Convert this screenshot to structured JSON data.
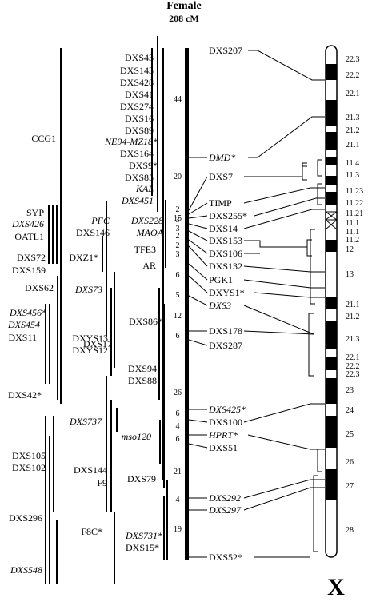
{
  "header": {
    "sex": "Female",
    "length": "208 cM"
  },
  "chromosome_label": "X",
  "colors": {
    "ink": "#000000",
    "paper": "#ffffff"
  },
  "framework": {
    "loci": [
      {
        "name": "DXS207",
        "italic": false
      },
      {
        "name": "DMD*",
        "italic": true
      },
      {
        "name": "DXS7",
        "italic": false
      },
      {
        "name": "TIMP",
        "italic": false
      },
      {
        "name": "DXS255*",
        "italic": false
      },
      {
        "name": "DXS14",
        "italic": false
      },
      {
        "name": "DXS153",
        "italic": false
      },
      {
        "name": "DXS106",
        "italic": false
      },
      {
        "name": "DXS132",
        "italic": false
      },
      {
        "name": "PGK1",
        "italic": false
      },
      {
        "name": "DXYS1*",
        "italic": false
      },
      {
        "name": "DXS3",
        "italic": true
      },
      {
        "name": "DXS178",
        "italic": false
      },
      {
        "name": "DXS287",
        "italic": false
      },
      {
        "name": "DXS425*",
        "italic": true
      },
      {
        "name": "DXS100",
        "italic": false
      },
      {
        "name": "HPRT*",
        "italic": true
      },
      {
        "name": "DXS51",
        "italic": false
      },
      {
        "name": "DXS292",
        "italic": true
      },
      {
        "name": "DXS297",
        "italic": true
      },
      {
        "name": "DXS52*",
        "italic": false
      }
    ],
    "distances": [
      "44",
      "20",
      "15",
      "2",
      "3",
      "3",
      "2",
      "2",
      "3",
      "6",
      "5",
      "12",
      "6",
      "26",
      "6",
      "4",
      "6",
      "21",
      "4",
      "19"
    ]
  },
  "placed_markers": [
    {
      "name": "DXS43",
      "italic": false
    },
    {
      "name": "DXS143",
      "italic": false
    },
    {
      "name": "DXS428",
      "italic": false
    },
    {
      "name": "DXS41",
      "italic": false
    },
    {
      "name": "DXS274",
      "italic": false
    },
    {
      "name": "DXS16",
      "italic": false
    },
    {
      "name": "DXS89",
      "italic": false
    },
    {
      "name": "NE94-MZ18*",
      "italic": true
    },
    {
      "name": "DXS164",
      "italic": false
    },
    {
      "name": "DXS9*",
      "italic": false
    },
    {
      "name": "DXS85",
      "italic": false
    },
    {
      "name": "KAL",
      "italic": true
    },
    {
      "name": "DXS451",
      "italic": true
    },
    {
      "name": "PFC",
      "italic": true
    },
    {
      "name": "DXS228",
      "italic": true
    },
    {
      "name": "DXS146",
      "italic": false
    },
    {
      "name": "MAOA",
      "italic": true
    },
    {
      "name": "TFE3",
      "italic": false
    },
    {
      "name": "DXZ1*",
      "italic": false
    },
    {
      "name": "AR",
      "italic": false
    },
    {
      "name": "DXS72",
      "italic": false
    },
    {
      "name": "DXS159",
      "italic": false
    },
    {
      "name": "DXS73",
      "italic": true
    },
    {
      "name": "DXS62",
      "italic": false
    },
    {
      "name": "DXS456*",
      "italic": true
    },
    {
      "name": "DXS454",
      "italic": true
    },
    {
      "name": "DXS11",
      "italic": false
    },
    {
      "name": "DXYS13",
      "italic": false
    },
    {
      "name": "DXYS12",
      "italic": false
    },
    {
      "name": "DXS17",
      "italic": false
    },
    {
      "name": "DXS86*",
      "italic": false
    },
    {
      "name": "DXS94",
      "italic": false
    },
    {
      "name": "DXS88",
      "italic": false
    },
    {
      "name": "DXS42*",
      "italic": false
    },
    {
      "name": "DXS737",
      "italic": true
    },
    {
      "name": "mso120",
      "italic": true
    },
    {
      "name": "DXS105",
      "italic": false
    },
    {
      "name": "DXS102",
      "italic": false
    },
    {
      "name": "DXS144",
      "italic": false
    },
    {
      "name": "F9",
      "italic": false
    },
    {
      "name": "DXS79",
      "italic": false
    },
    {
      "name": "DXS296",
      "italic": false
    },
    {
      "name": "F8C*",
      "italic": false
    },
    {
      "name": "DXS731*",
      "italic": true
    },
    {
      "name": "DXS15*",
      "italic": false
    },
    {
      "name": "DXS548",
      "italic": true
    },
    {
      "name": "CCG1",
      "italic": false
    },
    {
      "name": "SYP",
      "italic": false
    },
    {
      "name": "DXS426",
      "italic": true
    },
    {
      "name": "OATL1",
      "italic": false
    }
  ],
  "bands": [
    "22.3",
    "22.2",
    "22.1",
    "21.3",
    "21.2",
    "21.1",
    "11.4",
    "11.3",
    "11.23",
    "11.22",
    "11.21",
    "11.1",
    "11.1",
    "11.2",
    "12",
    "13",
    "21.1",
    "21.2",
    "21.3",
    "22.1",
    "22.2",
    "22.3",
    "23",
    "24",
    "25",
    "26",
    "27",
    "28"
  ]
}
